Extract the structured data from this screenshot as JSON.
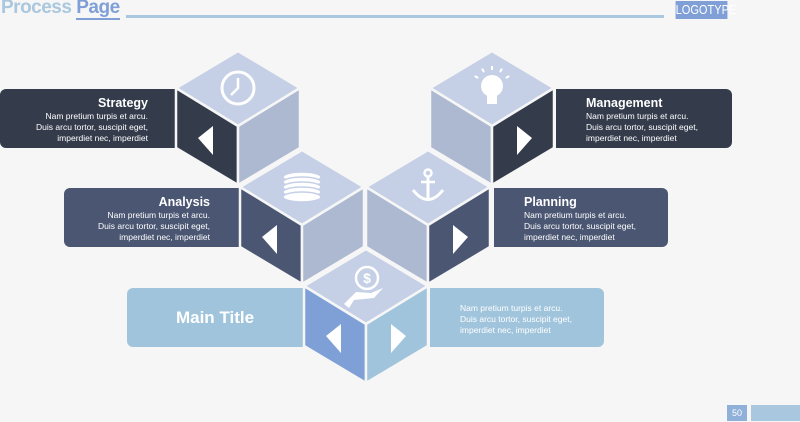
{
  "header": {
    "title_part1": "Process",
    "title_part2": "Page",
    "logo": "LOGOTYPE"
  },
  "items": {
    "strategy": {
      "title": "Strategy",
      "lines": [
        "Nam pretium turpis et arcu.",
        "Duis arcu tortor, suscipit eget,",
        "imperdiet nec, imperdiet"
      ],
      "icon": "clock-icon"
    },
    "analysis": {
      "title": "Analysis",
      "lines": [
        "Nam pretium turpis et arcu.",
        "Duis arcu tortor, suscipit eget,",
        "imperdiet nec, imperdiet"
      ],
      "icon": "database-icon"
    },
    "management": {
      "title": "Management",
      "lines": [
        "Nam pretium turpis et arcu.",
        "Duis arcu tortor, suscipit eget,",
        "imperdiet nec, imperdiet"
      ],
      "icon": "lightbulb-icon"
    },
    "planning": {
      "title": "Planning",
      "lines": [
        "Nam pretium turpis et arcu.",
        "Duis arcu tortor, suscipit eget,",
        "imperdiet nec, imperdiet"
      ],
      "icon": "anchor-icon"
    },
    "main": {
      "title": "Main Title",
      "lines": [
        "Nam pretium turpis et arcu.",
        "Duis arcu tortor, suscipit eget,",
        "imperdiet nec, imperdiet"
      ],
      "icon": "dollar-hand-icon"
    }
  },
  "footer": {
    "page": "50"
  },
  "colors": {
    "dark": "#343c4c",
    "mid": "#4a5672",
    "top": "#c5d0e6",
    "side": "#adb9d0",
    "light": "#a0c4dc",
    "blue": "#7fa0d6"
  }
}
